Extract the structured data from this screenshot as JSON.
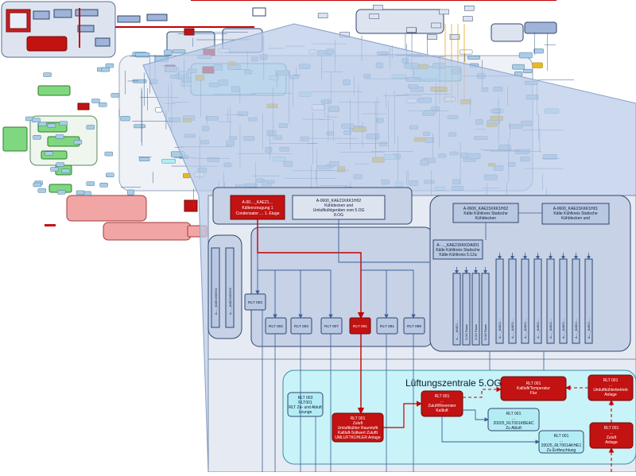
{
  "detail_top": {
    "red_box_text": [
      "A-00…_KAE21…",
      "Kälteerzeugung 1",
      "Condensator … 1. Etage"
    ],
    "blue_box_text": [
      "A-0600_KAE21KKK1H02",
      "Kühldecken und",
      "Umluftkühlgeräten vom 5.OG",
      "8.OG"
    ],
    "right_group": {
      "box1": [
        "A-0600_KAE21KKK1H02",
        "Kälte Kühlkreis Statische",
        "Kühldecken"
      ],
      "box2": [
        "A-0600_KAE21KKK1H01",
        "Kälte Kühlkreis Statische",
        "Kühldecken und"
      ],
      "box3": [
        "A-…_KAE21KKKDA001",
        "Kälte Kühlkreis Statische",
        "Kälte Kühlkreis 5.12a"
      ],
      "vertical_labels": [
        "A-…_KAE21…",
        "5.OG Raum",
        "5.OG Raum",
        "5.OG Raum",
        "A-…_KAE21…",
        "A-…_KAE21…",
        "A-…_KAE21…",
        "A-…_KAE21…",
        "A-…_KAE21…",
        "A-…_KAE21…",
        "A-…_KAE21…",
        "A-…_KAE21…"
      ]
    },
    "left_group_vertical_labels": [
      "A-…_KAE21KKH02",
      "A-…_KAE21KKH03"
    ],
    "rlt_row": [
      {
        "label": "RLT 002",
        "highlight": false
      },
      {
        "label": "RLT 003",
        "highlight": false
      },
      {
        "label": "RLT 007",
        "highlight": false
      },
      {
        "label": "RLT 001",
        "highlight": true
      },
      {
        "label": "RLT 081",
        "highlight": false
      },
      {
        "label": "RLT 099",
        "highlight": false
      }
    ],
    "rlt_single": "RLT 003"
  },
  "bottom_zone": {
    "title": "Lüftungszentrale 5.OG Raum 14",
    "box_rlt003": [
      "RLT 003",
      "RLT001",
      "RLT Zu- und Abluft",
      "Lounge"
    ],
    "box_red_main": [
      "RLT 001",
      "Zuluft",
      "Umluftkühler Raumluftt",
      "Kaltluft-Sollwert Zuluftt",
      "UMLUFTKÜHLER Anlage"
    ],
    "box_red_mid": [
      "RLT 001",
      "…",
      "Zuluft/Reversier",
      "Kaltluft"
    ],
    "box_red_top": [
      "RLT 001",
      "Kaltluft/Temperatur",
      "Flur"
    ],
    "box_cyan_mid": [
      "RLT 001",
      "…",
      "20025_RLT001KBEAC",
      "Zu  Abluft"
    ],
    "box_cyan_low": [
      "RLT 001",
      "…",
      "20025_RLT001AKHE1",
      "Zu  Entfeuchtung"
    ],
    "box_red_right1": [
      "RLT 001",
      "…",
      "Umluftkühlerbetrieb",
      "Anlage"
    ],
    "box_red_right2": [
      "RLT 001",
      "…",
      "Zuluft",
      "Anlage"
    ]
  },
  "colors": {
    "overview_bg": "#ffffff",
    "zoom_wedge": "#b9cbe8",
    "panel_bg": "#e6ebf3",
    "group_fill": "#c7d2e6",
    "node_fill": "#b9c8e2",
    "node_stroke": "#30466d",
    "red_node": "#c21212",
    "red_dark": "#8a0e0e",
    "cyan_zone": "#c8f3f8",
    "cyan_node": "#b4ecf4",
    "green_node": "#7fd87f",
    "pink_zone": "#f2a5a5",
    "connector": "#3b5f98",
    "red_line": "#c40000"
  }
}
